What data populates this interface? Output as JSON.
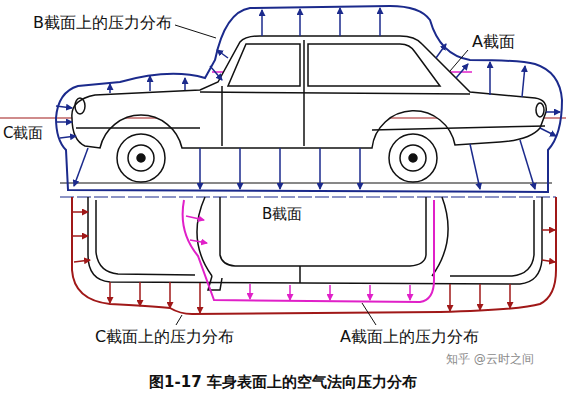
{
  "diagram": {
    "caption": "图1-17 车身表面上的空气法向压力分布",
    "labels": [
      "B截面上的压力分布",
      "A截面",
      "C截面",
      "B截面",
      "C截面上的压力分布",
      "A截面上的压力分布",
      "知乎 @云时之间"
    ]
  }
}
